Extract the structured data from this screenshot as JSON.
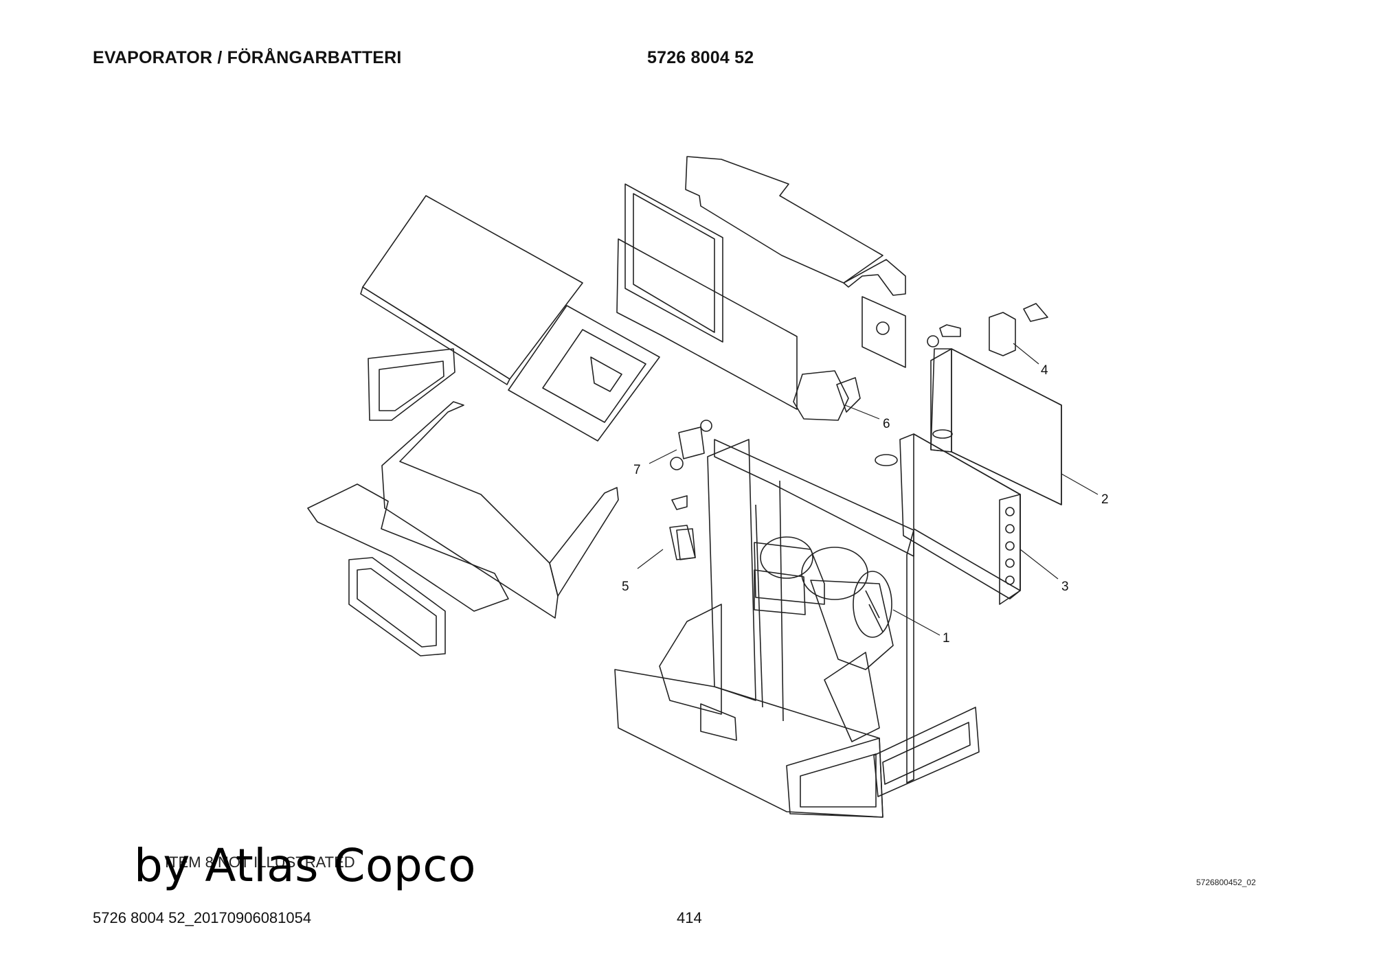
{
  "header": {
    "title": "EVAPORATOR / FÖRÅNGARBATTERI",
    "part_number": "5726 8004 52"
  },
  "diagram": {
    "callouts": [
      "1",
      "2",
      "3",
      "4",
      "5",
      "6",
      "7"
    ],
    "note": "ITEM 8 NOT ILLUSTRATED",
    "watermark": "by Atlas Copco",
    "drawing_ref": "5726800452_02"
  },
  "footer": {
    "doc_id": "5726 8004 52_20170906081054",
    "page": "414"
  }
}
